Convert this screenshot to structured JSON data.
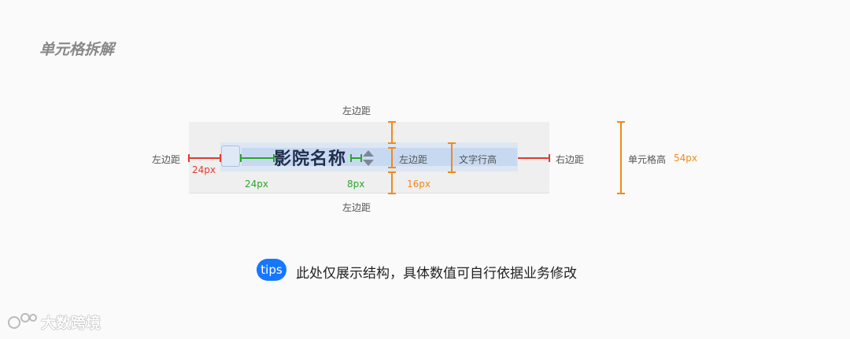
{
  "title": "单元格拆解",
  "cell": {
    "header_text": "影院名称"
  },
  "labels": {
    "top_margin": "左边距",
    "bottom_margin": "左边距",
    "left_margin": "左边距",
    "inner_margin": "左边距",
    "line_height": "文字行高",
    "right_margin": "右边距",
    "cell_height": "单元格高"
  },
  "values": {
    "left_margin_px": "24px",
    "checkbox_gap_px": "24px",
    "icon_gap_px": "8px",
    "vertical_margin_px": "16px",
    "cell_height_px": "54px"
  },
  "tips": {
    "badge": "tips",
    "text": "此处仅展示结构，具体数值可自行依据业务修改"
  },
  "watermark": "大数跨境",
  "colors": {
    "red": "#e03b2d",
    "green": "#2aa52a",
    "orange": "#f08a1c",
    "blue": "#1677ff"
  }
}
